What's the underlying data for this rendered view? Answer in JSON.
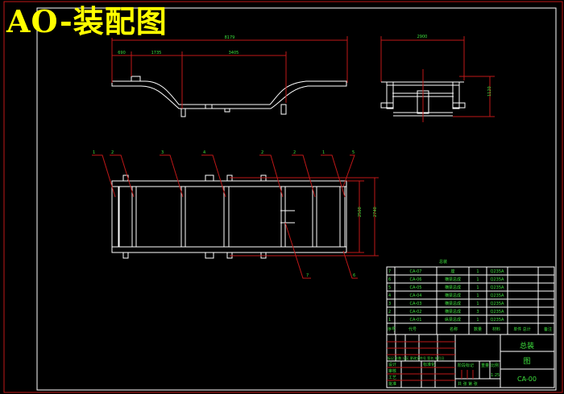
{
  "title": "AO-装配图",
  "side_view": {
    "dims": {
      "overall": "8179",
      "d1": "690",
      "d2": "1735",
      "d3": "3405"
    }
  },
  "end_view": {
    "dims": {
      "width": "2900",
      "height": "1120"
    }
  },
  "plan_view": {
    "callouts_top": [
      "1",
      "2",
      "3",
      "4",
      "2",
      "2",
      "1",
      "5"
    ],
    "callouts_bottom": [
      "7",
      "6"
    ],
    "dims": {
      "inner_width": "2500",
      "outer_width": "2740"
    }
  },
  "parts_list": {
    "heading": "总装",
    "rows": [
      {
        "no": "7",
        "code": "CA-07",
        "name": "座",
        "qty": "1",
        "material": "Q235A"
      },
      {
        "no": "6",
        "code": "CA-06",
        "name": "横梁总成",
        "qty": "1",
        "material": "Q235A"
      },
      {
        "no": "5",
        "code": "CA-05",
        "name": "横梁总成",
        "qty": "1",
        "material": "Q235A"
      },
      {
        "no": "4",
        "code": "CA-04",
        "name": "横梁总成",
        "qty": "1",
        "material": "Q235A"
      },
      {
        "no": "3",
        "code": "CA-03",
        "name": "横梁总成",
        "qty": "1",
        "material": "Q235A"
      },
      {
        "no": "2",
        "code": "CA-02",
        "name": "横梁总成",
        "qty": "3",
        "material": "Q235A"
      },
      {
        "no": "1",
        "code": "CA-01",
        "name": "纵梁总成",
        "qty": "1",
        "material": "Q235A"
      }
    ],
    "header": {
      "no": "序号",
      "code": "代号",
      "name": "名称",
      "qty": "数量",
      "material": "材料",
      "weight": "单件 总计",
      "remark": "备注"
    }
  },
  "title_block": {
    "name_line1": "总装",
    "name_line2": "图",
    "drawing_no": "CA-00",
    "labels": {
      "mark": "标记 处数 分区 更改文件号 签名 年月日",
      "design": "设计",
      "std": "标准化",
      "check": "审核",
      "process": "工艺",
      "approve": "批准",
      "stage": "阶段标记",
      "weight": "重量",
      "scale": "比例",
      "scale_value": "1:25",
      "sheet": "共 张 第 张"
    }
  }
}
